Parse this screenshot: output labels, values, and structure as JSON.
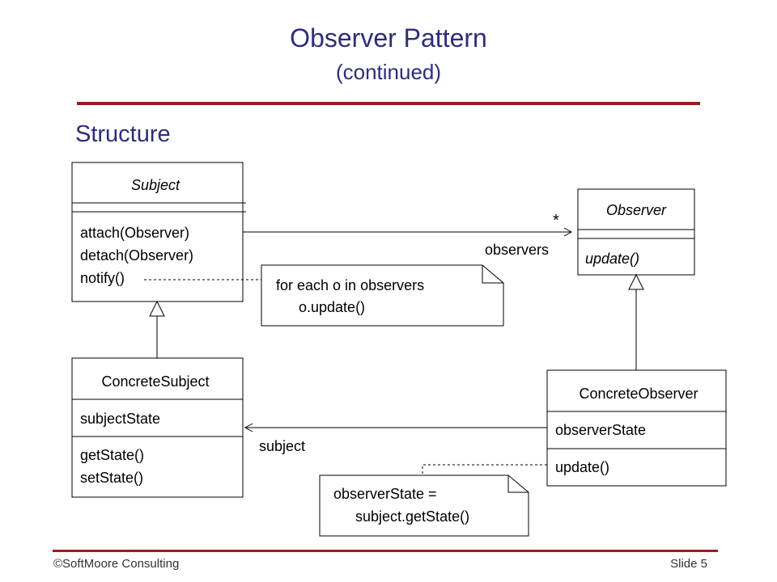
{
  "slide": {
    "title": "Observer Pattern",
    "subtitle": "(continued)",
    "section": "Structure",
    "footer_left": "©SoftMoore Consulting",
    "footer_right": "Slide 5",
    "accent_color": "#9b1c1c",
    "title_color": "#2d2d7a"
  },
  "diagram": {
    "subject": {
      "name": "Subject",
      "methods": [
        "attach(Observer)",
        "detach(Observer)",
        "notify()"
      ]
    },
    "observer": {
      "name": "Observer",
      "methods": [
        "update()"
      ]
    },
    "concrete_subject": {
      "name": "ConcreteSubject",
      "attributes": [
        "subjectState"
      ],
      "methods": [
        "getState()",
        "setState()"
      ]
    },
    "concrete_observer": {
      "name": "ConcreteObserver",
      "attributes": [
        "observerState"
      ],
      "methods": [
        "update()"
      ]
    },
    "association_observers": {
      "role": "observers",
      "multiplicity": "*"
    },
    "association_subject": {
      "role": "subject"
    },
    "note_notify": [
      "for each o in observers",
      "o.update()"
    ],
    "note_update": [
      "observerState =",
      "subject.getState()"
    ]
  }
}
